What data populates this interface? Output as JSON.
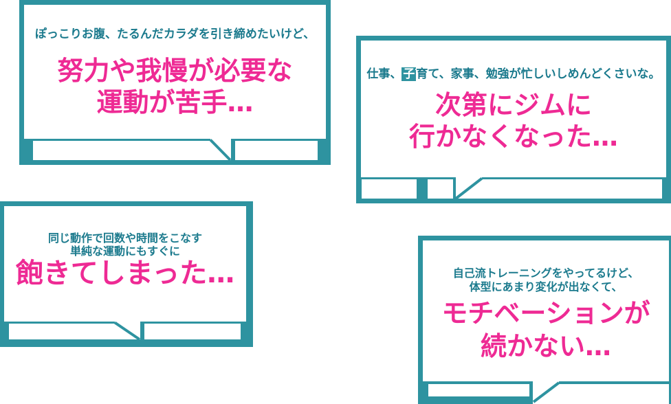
{
  "colors": {
    "teal": "#2e93a0",
    "lead_text_teal": "#1b7a8d",
    "headline_pink": "#ee2a94",
    "background": "#ffffff"
  },
  "bubbles": [
    {
      "small": [
        "ぽっこりお腹、たるんだカラダを引き締めたいけど、"
      ],
      "big": [
        "努力や我慢が必要な",
        "運動が苦手…"
      ]
    },
    {
      "small_pre": "仕事、",
      "small_hl": "子",
      "small_post": "育て、家事、勉強が忙しいしめんどくさいな。",
      "big": [
        "次第にジムに",
        "行かなくなった…"
      ]
    },
    {
      "small": [
        "同じ動作で回数や時間をこなす",
        "単純な運動にもすぐに"
      ],
      "big": [
        "飽きてしまった…"
      ]
    },
    {
      "small": [
        "自己流トレーニングをやってるけど、",
        "体型にあまり変化が出なくて、"
      ],
      "big": [
        "モチベーションが",
        "続かない…"
      ]
    }
  ]
}
